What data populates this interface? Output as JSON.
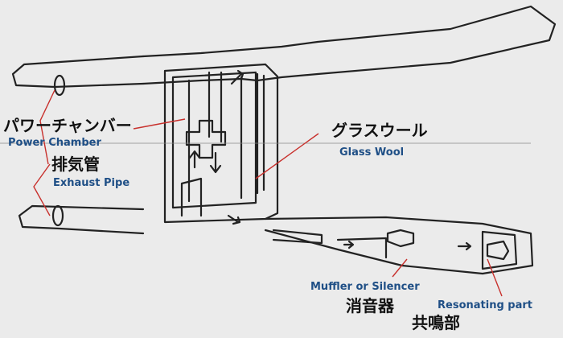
{
  "labels": {
    "power_chamber_jp": "パワーチャンバー",
    "power_chamber_en": "Power Chamber",
    "exhaust_pipe_jp": "排気管",
    "exhaust_pipe_en": "Exhaust Pipe",
    "glass_wool_jp": "グラスウール",
    "glass_wool_en": "Glass Wool",
    "muffler_en": "Muffler or Silencer",
    "muffler_jp": "消音器",
    "resonating_en": "Resonating part",
    "resonating_jp": "共鳴部"
  },
  "colors": {
    "background": "#ebebeb",
    "line": "#222222",
    "leader": "#c8302c",
    "english_text": "#1f4f86"
  }
}
